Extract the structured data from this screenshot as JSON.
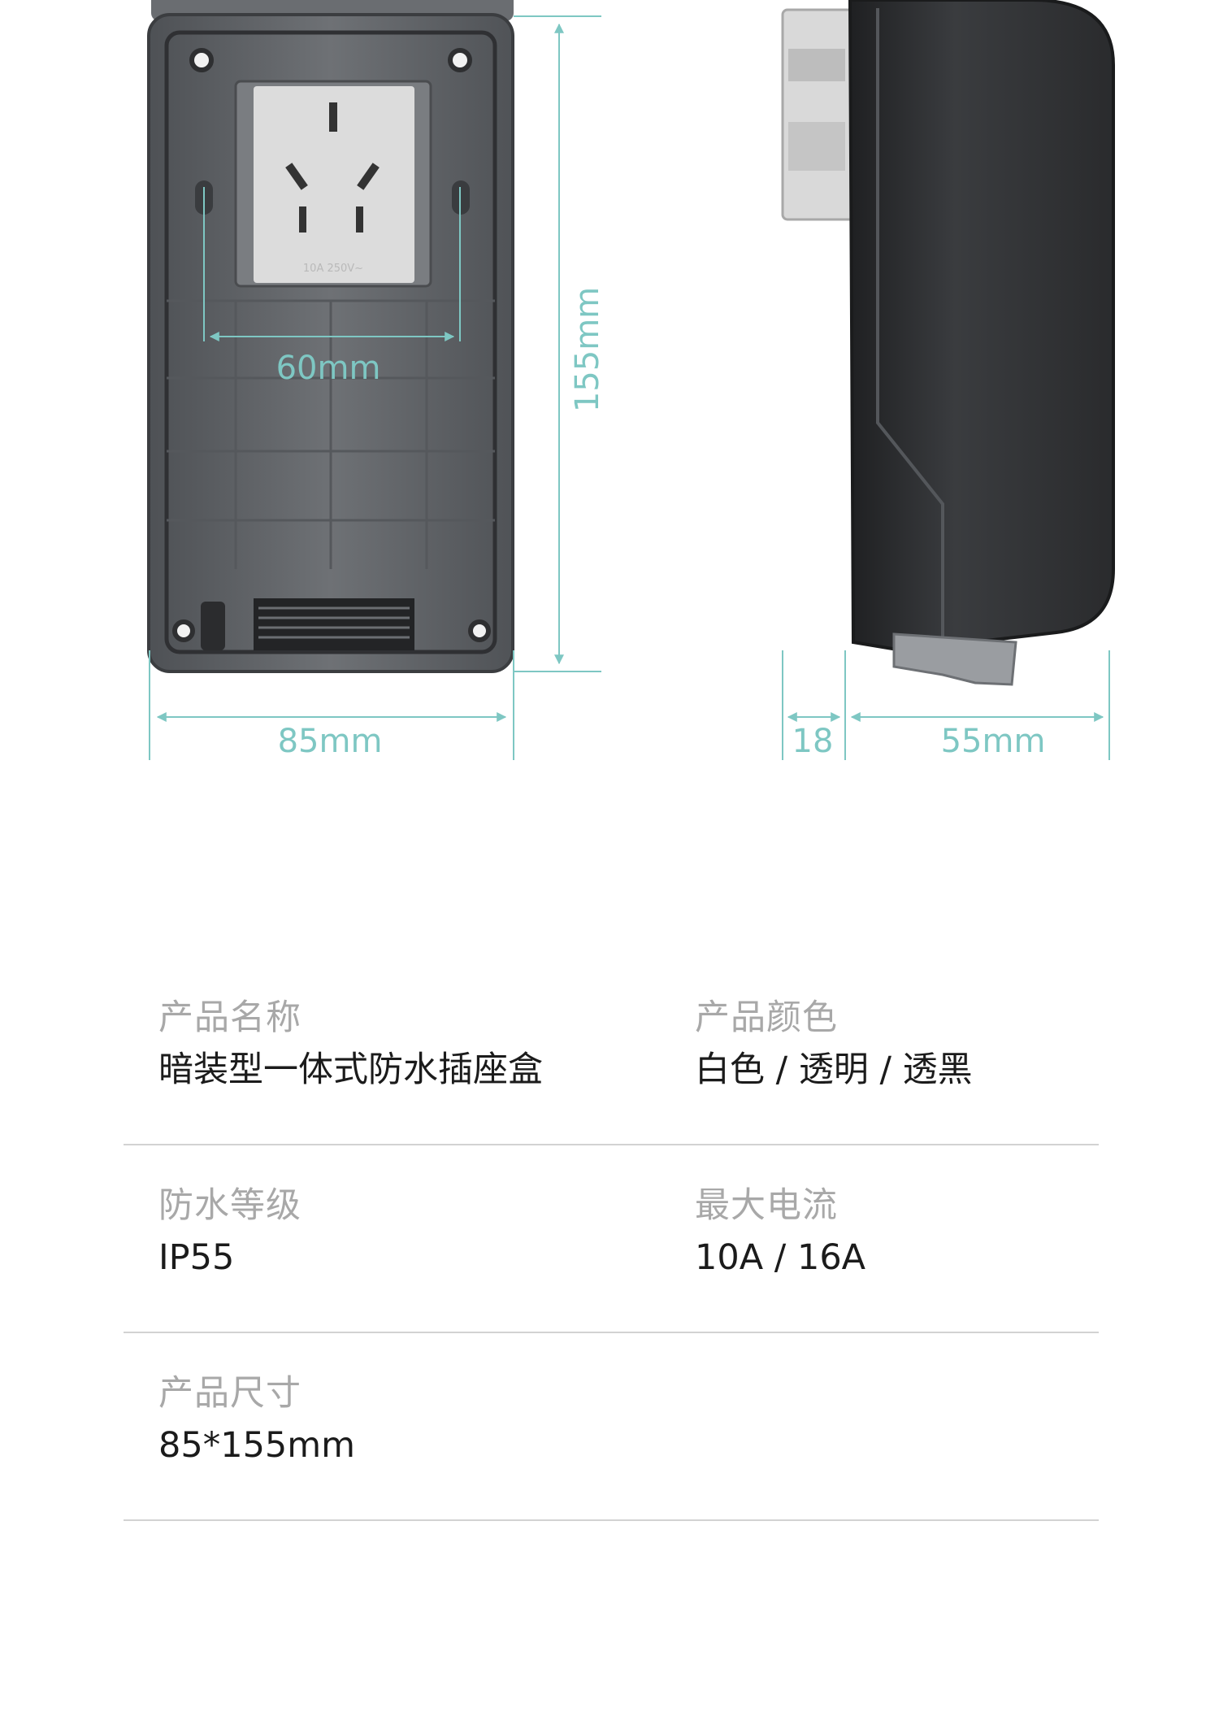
{
  "dimensions": {
    "front_width": "85mm",
    "front_height": "155mm",
    "mount_spacing": "60mm",
    "side_depth_front": "18",
    "side_depth_body": "55mm"
  },
  "socket_rating_text": "10A 250V~",
  "colors": {
    "dimension_line": "#7ec7c3",
    "box_body": "#5a5d61",
    "socket_face": "#dcdcdc"
  },
  "specs": {
    "rows": [
      {
        "left": {
          "label": "产品名称",
          "value": "暗装型一体式防水插座盒"
        },
        "right": {
          "label": "产品颜色",
          "value": "白色 / 透明 / 透黑"
        }
      },
      {
        "left": {
          "label": "防水等级",
          "value": "IP55"
        },
        "right": {
          "label": "最大电流",
          "value": "10A / 16A"
        }
      },
      {
        "left": {
          "label": "产品尺寸",
          "value": "85*155mm"
        },
        "right": {
          "label": "",
          "value": ""
        }
      }
    ]
  }
}
